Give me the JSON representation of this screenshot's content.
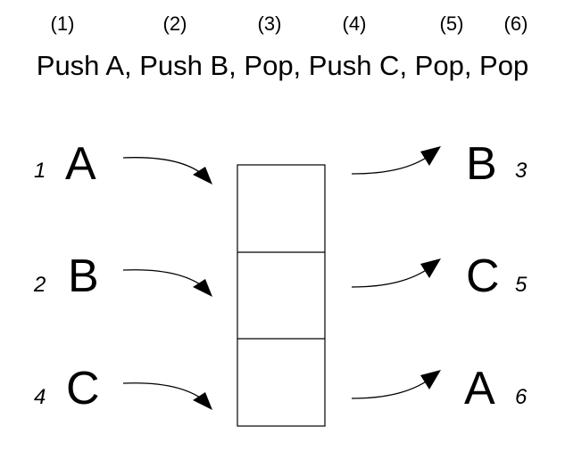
{
  "steps": [
    "(1)",
    "(2)",
    "(3)",
    "(4)",
    "(5)",
    "(6)"
  ],
  "operations": "Push A, Push B, Pop, Push C, Pop, Pop",
  "pushed": [
    {
      "order": "1",
      "letter": "A"
    },
    {
      "order": "2",
      "letter": "B"
    },
    {
      "order": "4",
      "letter": "C"
    }
  ],
  "popped": [
    {
      "letter": "B",
      "order": "3"
    },
    {
      "letter": "C",
      "order": "5"
    },
    {
      "letter": "A",
      "order": "6"
    }
  ]
}
